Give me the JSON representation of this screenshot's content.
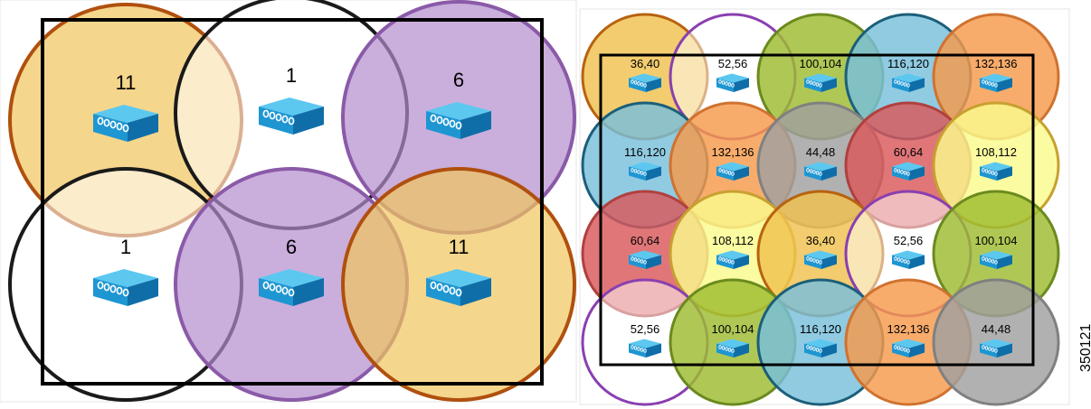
{
  "left_diagram": {
    "cells": [
      {
        "channel": "11",
        "color": "#f1c55c",
        "stroke": "#b0500e"
      },
      {
        "channel": "1",
        "color": "#ffffff",
        "stroke": "#1a1a1a"
      },
      {
        "channel": "6",
        "color": "#b38ccd",
        "stroke": "#8a5aa8"
      },
      {
        "channel": "1",
        "color": "#ffffff",
        "stroke": "#1a1a1a"
      },
      {
        "channel": "6",
        "color": "#b38ccd",
        "stroke": "#8a5aa8"
      },
      {
        "channel": "11",
        "color": "#f1c55c",
        "stroke": "#b0500e"
      }
    ]
  },
  "right_diagram": {
    "rows": [
      [
        {
          "channels": "36,40",
          "color": "#efc14e",
          "stroke": "#b8620f"
        },
        {
          "channels": "52,56",
          "color": "#ffffff",
          "stroke": "#8a3fb0"
        },
        {
          "channels": "100,104",
          "color": "#9ebc30",
          "stroke": "#6b8a1e"
        },
        {
          "channels": "116,120",
          "color": "#78bfdc",
          "stroke": "#1b5f7a"
        },
        {
          "channels": "132,136",
          "color": "#f79a4a",
          "stroke": "#d07230"
        }
      ],
      [
        {
          "channels": "116,120",
          "color": "#78bfdc",
          "stroke": "#1b5f7a"
        },
        {
          "channels": "132,136",
          "color": "#f79a4a",
          "stroke": "#d07230"
        },
        {
          "channels": "44,48",
          "color": "#a0a0a0",
          "stroke": "#808080"
        },
        {
          "channels": "60,64",
          "color": "#d9585a",
          "stroke": "#b0403f"
        },
        {
          "channels": "108,112",
          "color": "#fafa8c",
          "stroke": "#c8a030"
        }
      ],
      [
        {
          "channels": "60,64",
          "color": "#d9585a",
          "stroke": "#b0403f"
        },
        {
          "channels": "108,112",
          "color": "#fafa8c",
          "stroke": "#c8a030"
        },
        {
          "channels": "36,40",
          "color": "#efc14e",
          "stroke": "#b8620f"
        },
        {
          "channels": "52,56",
          "color": "#ffffff",
          "stroke": "#8a3fb0"
        },
        {
          "channels": "100,104",
          "color": "#9ebc30",
          "stroke": "#6b8a1e"
        }
      ],
      [
        {
          "channels": "52,56",
          "color": "#ffffff",
          "stroke": "#8a3fb0"
        },
        {
          "channels": "100,104",
          "color": "#9ebc30",
          "stroke": "#6b8a1e"
        },
        {
          "channels": "116,120",
          "color": "#78bfdc",
          "stroke": "#1b5f7a"
        },
        {
          "channels": "132,136",
          "color": "#f79a4a",
          "stroke": "#d07230"
        },
        {
          "channels": "44,48",
          "color": "#a0a0a0",
          "stroke": "#808080"
        }
      ]
    ]
  },
  "figure_id": "350121",
  "icons": {
    "access_point": "access-point-icon"
  },
  "colors": {
    "ap_top": "#5cc8f0",
    "ap_front": "#1e96d2",
    "ap_side": "#0f6ea8",
    "frame": "#000000"
  }
}
